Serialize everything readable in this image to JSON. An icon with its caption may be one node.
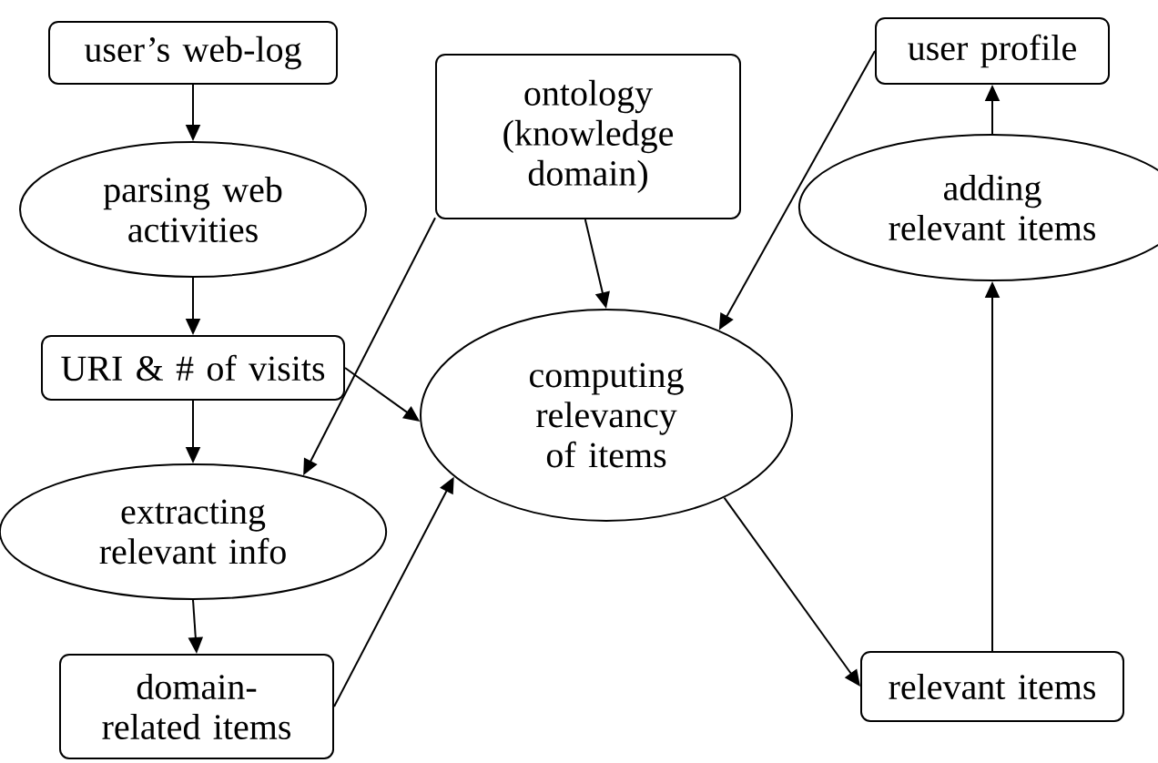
{
  "diagram": {
    "nodes": [
      {
        "text": [
          "user’s web-log"
        ]
      },
      {
        "text": [
          "parsing web activities"
        ]
      },
      {
        "text": [
          "URI & # of visits"
        ]
      },
      {
        "text": [
          "ontology (knowledge domain)"
        ]
      },
      {
        "text": [
          "user profile"
        ]
      },
      {
        "text": [
          "computing relevancy of items"
        ]
      },
      {
        "text": [
          "extracting relevant info"
        ]
      },
      {
        "text": [
          "adding relevant items"
        ]
      },
      {
        "text": [
          "domain-related items"
        ]
      },
      {
        "text": [
          "relevant items"
        ]
      }
    ],
    "edges": [
      {
        "from": 0,
        "to": 1,
        "arrow": "to"
      },
      {
        "from": 1,
        "to": 2,
        "arrow": "to"
      },
      {
        "from": 2,
        "to": 6,
        "arrow": "to"
      },
      {
        "from": 6,
        "to": 8,
        "arrow": "to"
      },
      {
        "from": 3,
        "to": 6,
        "arrow": "to"
      },
      {
        "from": 2,
        "to": 5,
        "arrow": "to"
      },
      {
        "from": 3,
        "to": 5,
        "arrow": "to"
      },
      {
        "from": 4,
        "to": 5,
        "arrow": "to"
      },
      {
        "from": 8,
        "to": 5,
        "arrow": "to"
      },
      {
        "from": 5,
        "to": 9,
        "arrow": "to"
      },
      {
        "from": 9,
        "to": 7,
        "arrow": "to"
      },
      {
        "from": 7,
        "to": 4,
        "arrow": "to"
      }
    ]
  }
}
